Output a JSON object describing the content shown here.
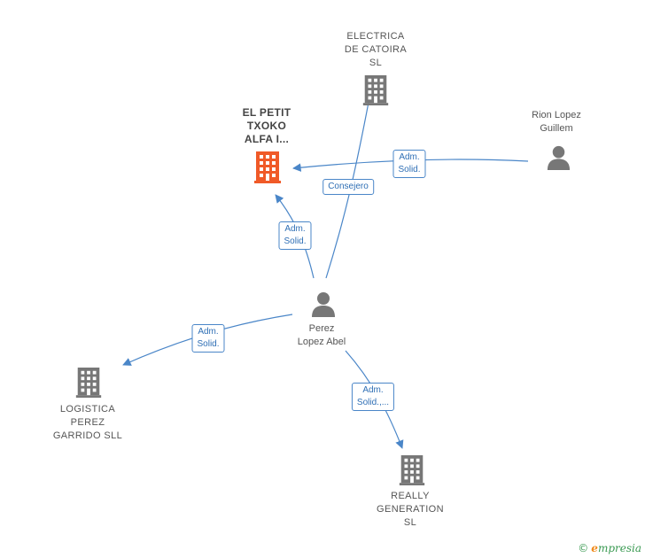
{
  "nodes": {
    "electrica": {
      "label": "ELECTRICA\nDE CATOIRA\nSL",
      "icon": "building-icon",
      "color": "#777777"
    },
    "petit": {
      "label": "EL PETIT\nTXOKO\nALFA I...",
      "icon": "building-icon",
      "color": "#f05a28"
    },
    "rion": {
      "label": "Rion Lopez\nGuillem",
      "icon": "person-icon",
      "color": "#777777"
    },
    "perez": {
      "label": "Perez\nLopez Abel",
      "icon": "person-icon",
      "color": "#777777"
    },
    "logistica": {
      "label": "LOGISTICA\nPEREZ\nGARRIDO  SLL",
      "icon": "building-icon",
      "color": "#777777"
    },
    "really": {
      "label": "REALLY\nGENERATION\nSL",
      "icon": "building-icon",
      "color": "#777777"
    }
  },
  "edges": {
    "rion_petit": "Adm.\nSolid.",
    "perez_electrica": "Consejero",
    "perez_petit": "Adm.\nSolid.",
    "perez_logistica": "Adm.\nSolid.",
    "perez_really": "Adm.\nSolid.,..."
  },
  "footer": {
    "copyright": "©",
    "brand_first": "e",
    "brand_rest": "mpresia"
  },
  "colors": {
    "edge": "#4a86c8",
    "accent": "#f05a28",
    "node": "#777777"
  }
}
